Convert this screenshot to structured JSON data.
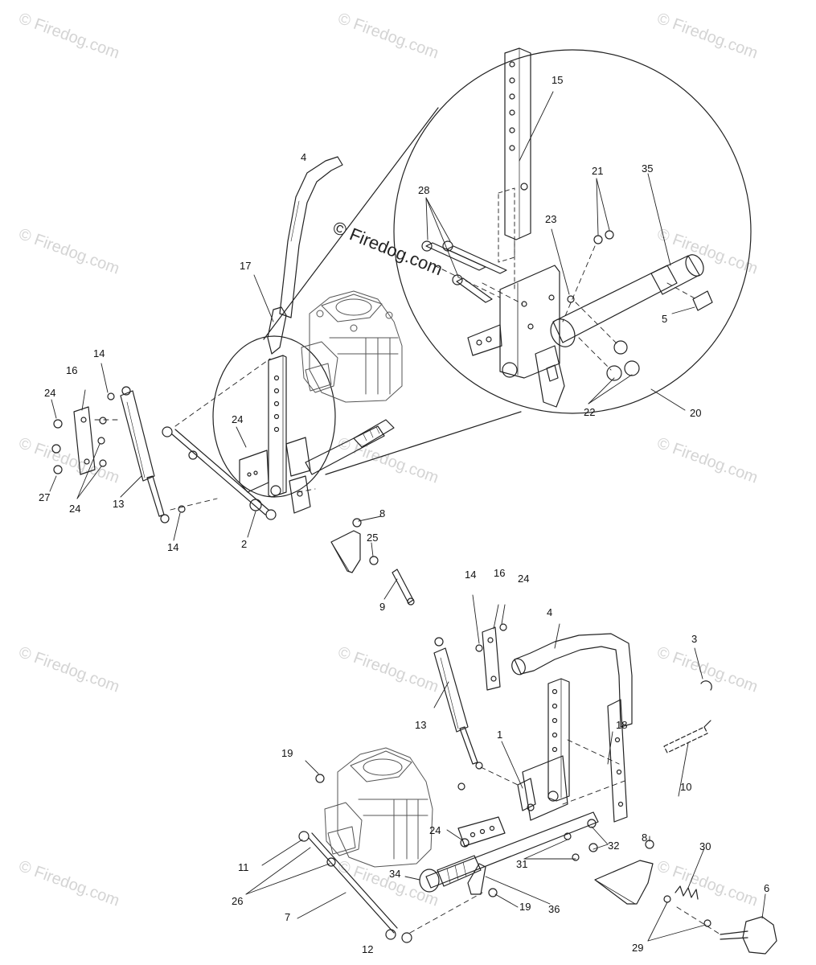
{
  "watermark": "© Firedog.com",
  "center_watermark": "© Firedog.com",
  "labels": {
    "l1": "1",
    "l2": "2",
    "l3": "3",
    "l4a": "4",
    "l4b": "4",
    "l5": "5",
    "l6": "6",
    "l7": "7",
    "l8a": "8",
    "l8b": "8",
    "l9": "9",
    "l10": "10",
    "l11": "11",
    "l12": "12",
    "l13a": "13",
    "l13b": "13",
    "l14a": "14",
    "l14b": "14",
    "l14c": "14",
    "l15": "15",
    "l16a": "16",
    "l16b": "16",
    "l17": "17",
    "l18": "18",
    "l19a": "19",
    "l19b": "19",
    "l20": "20",
    "l21": "21",
    "l22": "22",
    "l23": "23",
    "l24a": "24",
    "l24b": "24",
    "l24c": "24",
    "l24d": "24",
    "l24e": "24",
    "l25": "25",
    "l26": "26",
    "l27": "27",
    "l28": "28",
    "l29": "29",
    "l30": "30",
    "l31": "31",
    "l32": "32",
    "l34": "34",
    "l35": "35",
    "l36": "36"
  }
}
